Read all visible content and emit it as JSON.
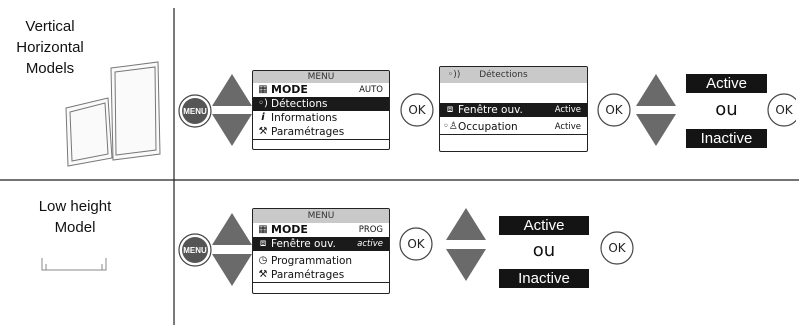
{
  "labels": {
    "row1_line1": "Vertical",
    "row1_line2": "Horizontal",
    "row1_line3": "Models",
    "row2_line1": "Low height",
    "row2_line2": "Model"
  },
  "buttons": {
    "menu": "MENU",
    "ok": "OK"
  },
  "row1": {
    "menu_screen": {
      "header": "MENU",
      "items": [
        {
          "label": "MODE",
          "value": "AUTO",
          "icon": "mode-grid-icon"
        },
        {
          "label": "Détections",
          "value": "",
          "icon": "signal-waves-icon",
          "selected": true
        },
        {
          "label": "Informations",
          "value": "",
          "icon": "info-icon"
        },
        {
          "label": "Paramétrages",
          "value": "",
          "icon": "wrench-icon"
        }
      ]
    },
    "detect_screen": {
      "header": "Détections",
      "items": [
        {
          "label": "Fenêtre ouv.",
          "value": "Active",
          "icon": "window-icon",
          "selected": true
        },
        {
          "label": "Occupation",
          "value": "Active",
          "icon": "person-wave-icon"
        }
      ]
    },
    "states": {
      "active": "Active",
      "ou": "ou",
      "inactive": "Inactive"
    }
  },
  "row2": {
    "menu_screen": {
      "header": "MENU",
      "items": [
        {
          "label": "MODE",
          "value": "PROG",
          "icon": "mode-grid-icon"
        },
        {
          "label": "Fenêtre ouv.",
          "value": "active",
          "icon": "window-icon",
          "selected": true
        },
        {
          "label": "Programmation",
          "value": "",
          "icon": "clock-icon"
        },
        {
          "label": "Paramétrages",
          "value": "",
          "icon": "wrench-icon"
        }
      ]
    },
    "states": {
      "active": "Active",
      "ou": "ou",
      "inactive": "Inactive"
    }
  }
}
